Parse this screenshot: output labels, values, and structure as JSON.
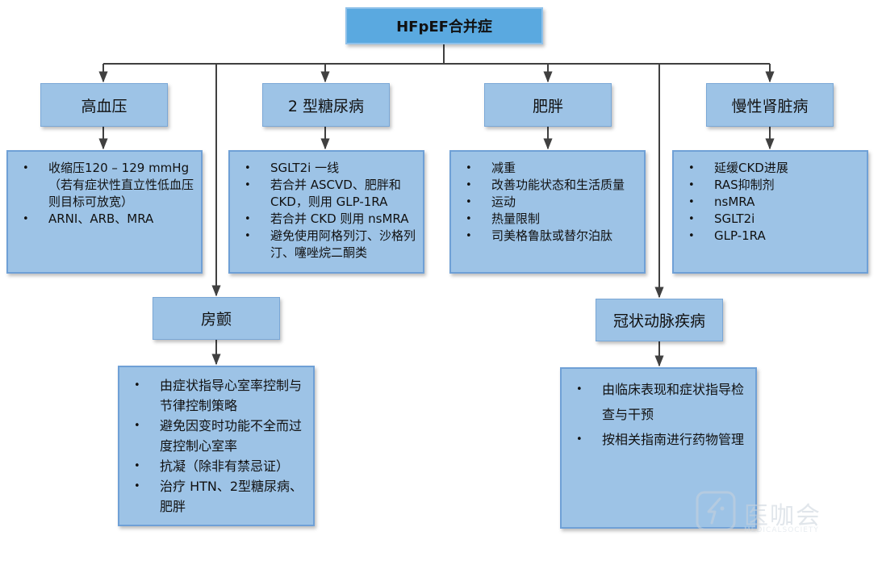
{
  "root": {
    "title": "HFpEF合并症"
  },
  "nodes": {
    "hypertension": {
      "title": "高血压",
      "items": [
        "收缩压120 – 129 mmHg（若有症状性直立性低血压则目标可放宽）",
        "ARNI、ARB、MRA"
      ]
    },
    "diabetes": {
      "title": "2 型糖尿病",
      "items": [
        "SGLT2i 一线",
        "若合并 ASCVD、肥胖和CKD，则用 GLP-1RA",
        "若合并 CKD 则用 nsMRA",
        "避免使用阿格列汀、沙格列汀、噻唑烷二酮类"
      ]
    },
    "obesity": {
      "title": "肥胖",
      "items": [
        "减重",
        "改善功能状态和生活质量",
        "运动",
        "热量限制",
        "司美格鲁肽或替尔泊肽"
      ]
    },
    "ckd": {
      "title": "慢性肾脏病",
      "items": [
        "延缓CKD进展",
        "RAS抑制剂",
        "nsMRA",
        "SGLT2i",
        "GLP-1RA"
      ]
    },
    "af": {
      "title": "房颤",
      "items": [
        "由症状指导心室率控制与节律控制策略",
        "避免因变时功能不全而过度控制心室率",
        "抗凝（除非有禁忌证）",
        "治疗 HTN、2型糖尿病、肥胖"
      ]
    },
    "cad": {
      "title": "冠状动脉疾病",
      "items": [
        "由临床表现和症状指导检查与干预",
        "按相关指南进行药物管理"
      ]
    }
  },
  "watermark": {
    "text": "医咖会",
    "subtext": "MEDICALSOCIETY"
  },
  "colors": {
    "root_fill": "#5aa9e0",
    "node_fill": "#9dc3e6",
    "border": "#6fa0d6",
    "line": "#404040"
  }
}
